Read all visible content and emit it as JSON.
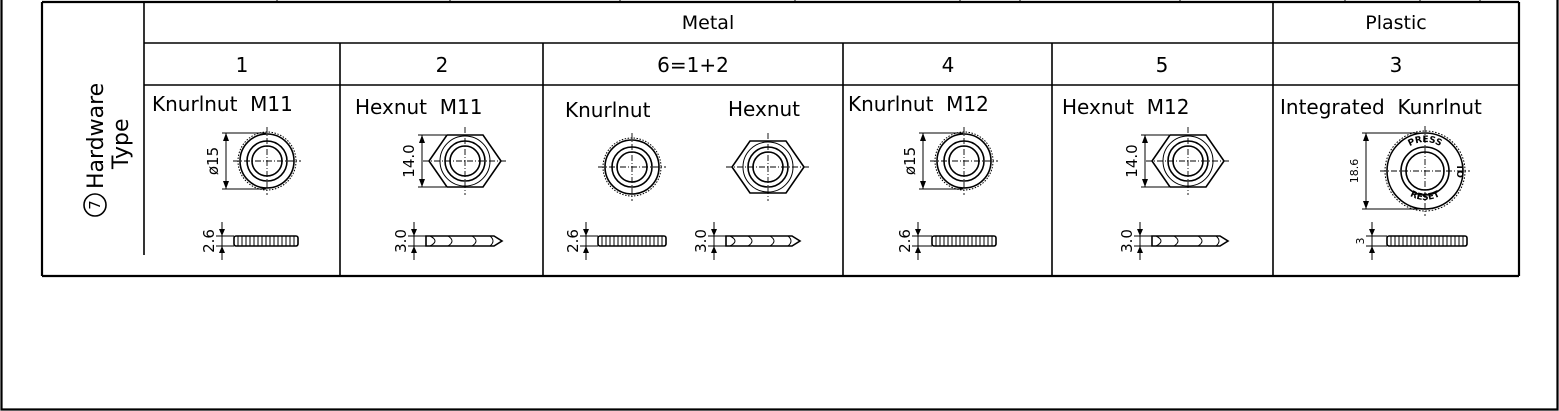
{
  "section": {
    "number": "7",
    "title_line1": "Hardware",
    "title_line2": "Type"
  },
  "groups": [
    {
      "label": "Metal"
    },
    {
      "label": "Plastic"
    }
  ],
  "columns": [
    {
      "number": "1",
      "kind": "knurl",
      "names": [
        "Knurlnut  M11"
      ],
      "diameter_label": "ø15",
      "thickness_label": "2.6"
    },
    {
      "number": "2",
      "kind": "hex",
      "names": [
        "Hexnut  M11"
      ],
      "diameter_label": "14.0",
      "thickness_label": "3.0"
    },
    {
      "number": "6=1+2",
      "kind": "combo",
      "names": [
        "Knurlnut",
        "Hexnut"
      ],
      "thickness_labels": [
        "2.6",
        "3.0"
      ]
    },
    {
      "number": "4",
      "kind": "knurl",
      "names": [
        "Knurlnut  M12"
      ],
      "diameter_label": "ø15",
      "thickness_label": "2.6"
    },
    {
      "number": "5",
      "kind": "hex",
      "names": [
        "Hexnut  M12"
      ],
      "diameter_label": "14.0",
      "thickness_label": "3.0"
    },
    {
      "number": "3",
      "kind": "plastic",
      "names": [
        "Integrated  Kunrlnut"
      ],
      "diameter_label": "18.6",
      "thickness_label": "3",
      "stamp_top": "PRESS",
      "stamp_right": "TO",
      "stamp_bottom": "RESET"
    }
  ]
}
